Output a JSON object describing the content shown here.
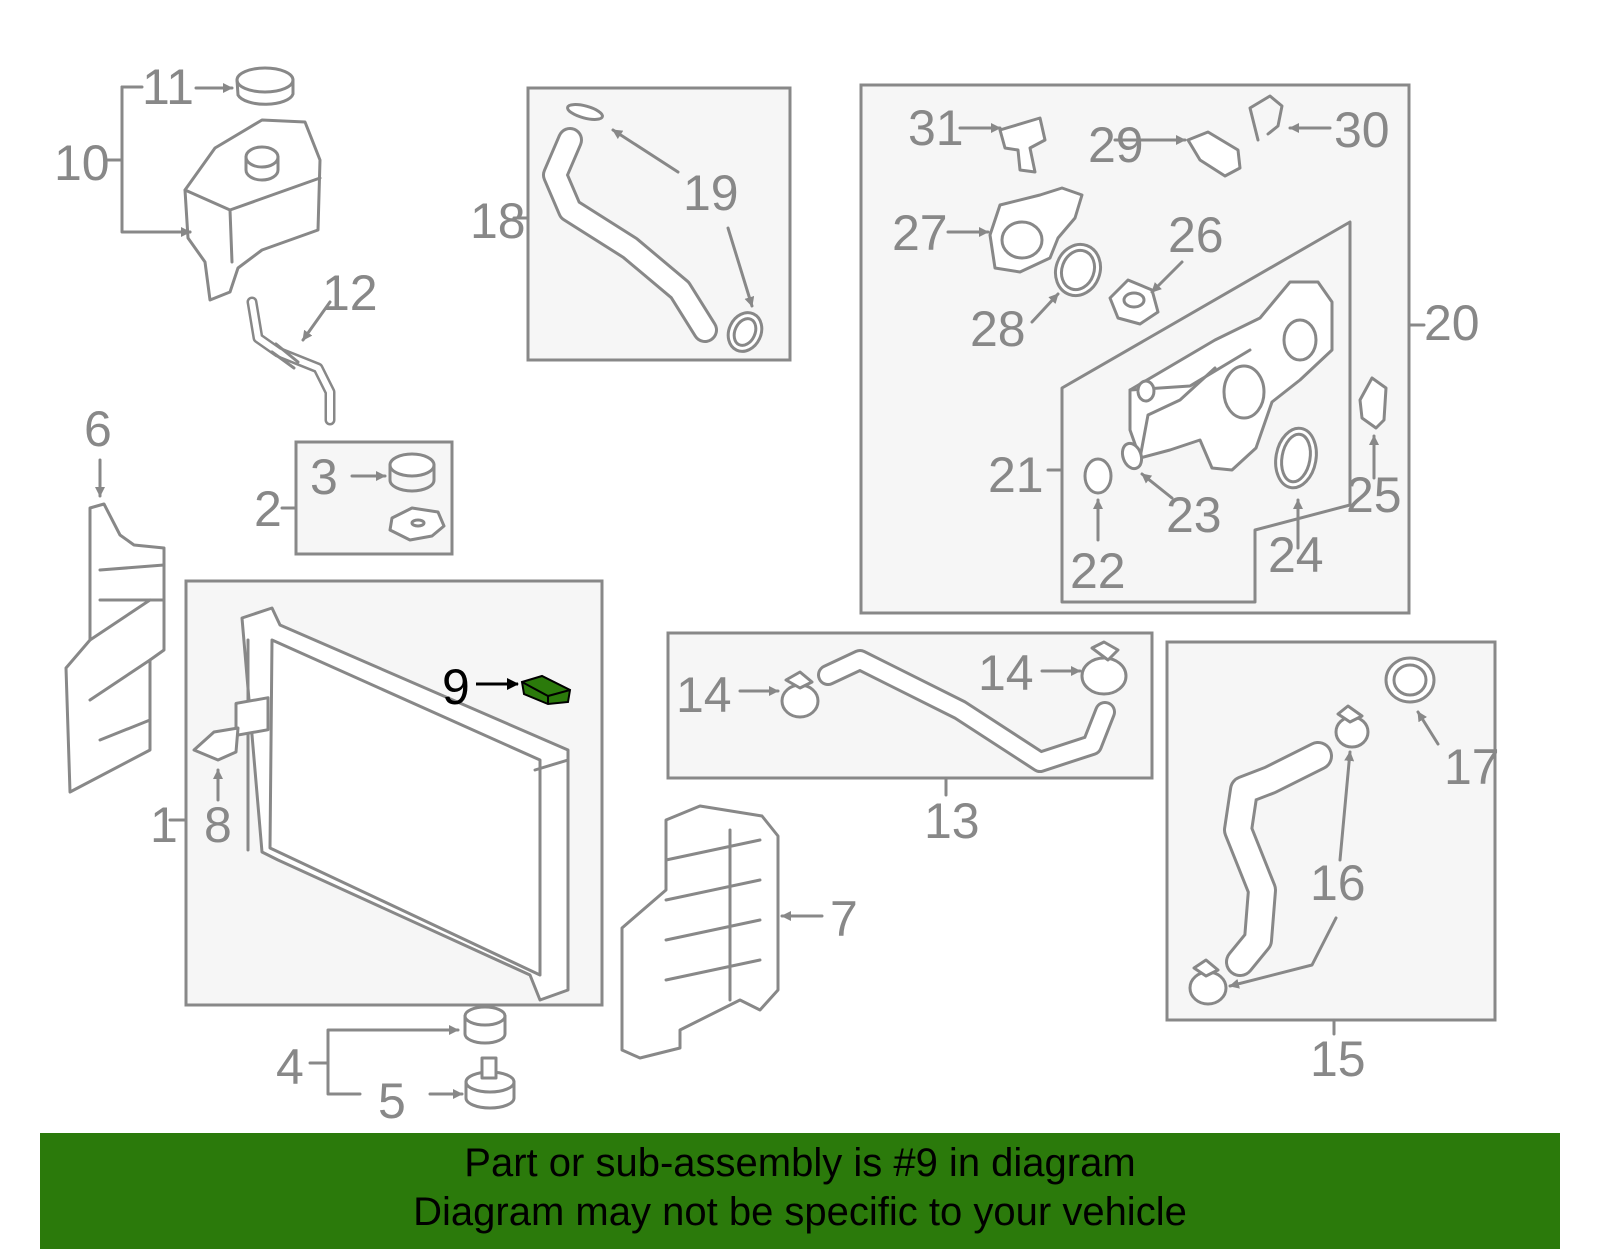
{
  "labels": {
    "p1": "1",
    "p2": "2",
    "p3": "3",
    "p4": "4",
    "p5": "5",
    "p6": "6",
    "p7": "7",
    "p8": "8",
    "p9": "9",
    "p10": "10",
    "p11": "11",
    "p12": "12",
    "p13": "13",
    "p14a": "14",
    "p14b": "14",
    "p15": "15",
    "p16": "16",
    "p17": "17",
    "p18": "18",
    "p19": "19",
    "p20": "20",
    "p21": "21",
    "p22": "22",
    "p23": "23",
    "p24": "24",
    "p25": "25",
    "p26": "26",
    "p27": "27",
    "p28": "28",
    "p29": "29",
    "p30": "30",
    "p31": "31"
  },
  "highlight": {
    "part": "9",
    "color": "#2b7a0b"
  },
  "banner": {
    "line1": "Part or sub-assembly is #9 in diagram",
    "line2": "Diagram may not be specific to your vehicle"
  }
}
